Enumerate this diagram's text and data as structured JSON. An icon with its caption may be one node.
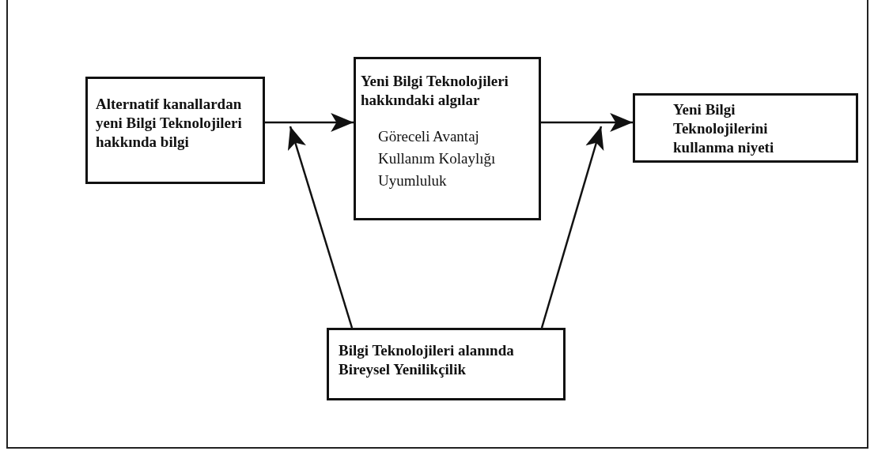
{
  "diagram": {
    "nodes": [
      {
        "text": [
          "Alternatif kanallardan yeni Bilgi Teknolojileri hakkında bilgi"
        ]
      },
      {
        "text": [
          "Yeni Bilgi Teknolojileri hakkındaki algılar",
          "Göreceli Avantaj",
          "Kullanım Kolaylığı",
          "Uyumluluk"
        ]
      },
      {
        "text": [
          "Yeni Bilgi Teknolojilerini kullanma niyeti"
        ]
      },
      {
        "text": [
          "Bilgi Teknolojileri alanında Bireysel Yenilikçilik"
        ]
      }
    ],
    "edges": [
      {
        "from": 0,
        "to": 1,
        "arrow": "to"
      },
      {
        "from": 1,
        "to": 2,
        "arrow": "to"
      },
      {
        "from": 3,
        "to": null,
        "arrow": "to"
      },
      {
        "from": 3,
        "to": null,
        "arrow": "to"
      }
    ]
  }
}
